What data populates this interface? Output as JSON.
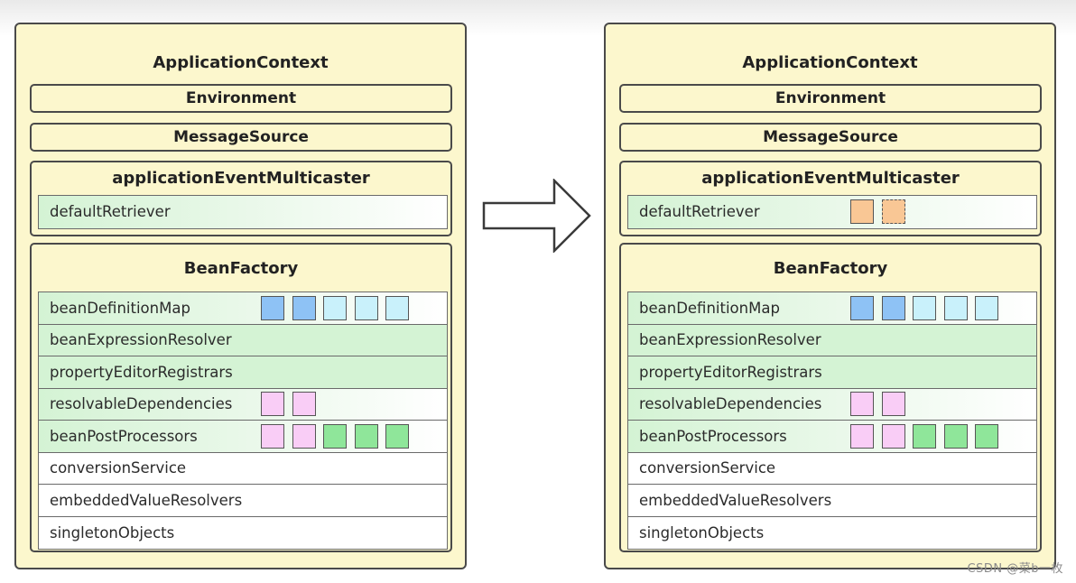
{
  "panels": [
    {
      "title": "ApplicationContext",
      "environment": "Environment",
      "message_source": "MessageSource",
      "multicaster": {
        "title": "applicationEventMulticaster",
        "retriever": {
          "label": "defaultRetriever",
          "squares": []
        }
      },
      "bean_factory": {
        "title": "BeanFactory",
        "rows": [
          {
            "label": "beanDefinitionMap",
            "bg": "fade",
            "squares": [
              "#8ec2f5",
              "#8ec2f5",
              "#c9f1fb",
              "#c9f1fb",
              "#c9f1fb"
            ]
          },
          {
            "label": "beanExpressionResolver",
            "bg": "green",
            "squares": []
          },
          {
            "label": "propertyEditorRegistrars",
            "bg": "green",
            "squares": []
          },
          {
            "label": "resolvableDependencies",
            "bg": "fade",
            "squares": [
              "#f9cdf6",
              "#f9cdf6"
            ]
          },
          {
            "label": "beanPostProcessors",
            "bg": "fade",
            "squares": [
              "#f9cdf6",
              "#f9cdf6",
              "#8fe69a",
              "#8fe69a",
              "#8fe69a"
            ]
          },
          {
            "label": "conversionService",
            "bg": "white",
            "squares": []
          },
          {
            "label": "embeddedValueResolvers",
            "bg": "white",
            "squares": []
          },
          {
            "label": "singletonObjects",
            "bg": "white",
            "squares": []
          }
        ]
      }
    },
    {
      "title": "ApplicationContext",
      "environment": "Environment",
      "message_source": "MessageSource",
      "multicaster": {
        "title": "applicationEventMulticaster",
        "retriever": {
          "label": "defaultRetriever",
          "squares": [
            {
              "color": "#f9c795",
              "style": "solid"
            },
            {
              "color": "#f9c795",
              "style": "dashed"
            }
          ]
        }
      },
      "bean_factory": {
        "title": "BeanFactory",
        "rows": [
          {
            "label": "beanDefinitionMap",
            "bg": "fade",
            "squares": [
              "#8ec2f5",
              "#8ec2f5",
              "#c9f1fb",
              "#c9f1fb",
              "#c9f1fb"
            ]
          },
          {
            "label": "beanExpressionResolver",
            "bg": "green",
            "squares": []
          },
          {
            "label": "propertyEditorRegistrars",
            "bg": "green",
            "squares": []
          },
          {
            "label": "resolvableDependencies",
            "bg": "fade",
            "squares": [
              "#f9cdf6",
              "#f9cdf6"
            ]
          },
          {
            "label": "beanPostProcessors",
            "bg": "fade",
            "squares": [
              "#f9cdf6",
              "#f9cdf6",
              "#8fe69a",
              "#8fe69a",
              "#8fe69a"
            ]
          },
          {
            "label": "conversionService",
            "bg": "white",
            "squares": []
          },
          {
            "label": "embeddedValueResolvers",
            "bg": "white",
            "squares": []
          },
          {
            "label": "singletonObjects",
            "bg": "white",
            "squares": []
          }
        ]
      }
    }
  ],
  "arrow_icon": "right-arrow-icon",
  "watermark": "CSDN @菜b一枚"
}
